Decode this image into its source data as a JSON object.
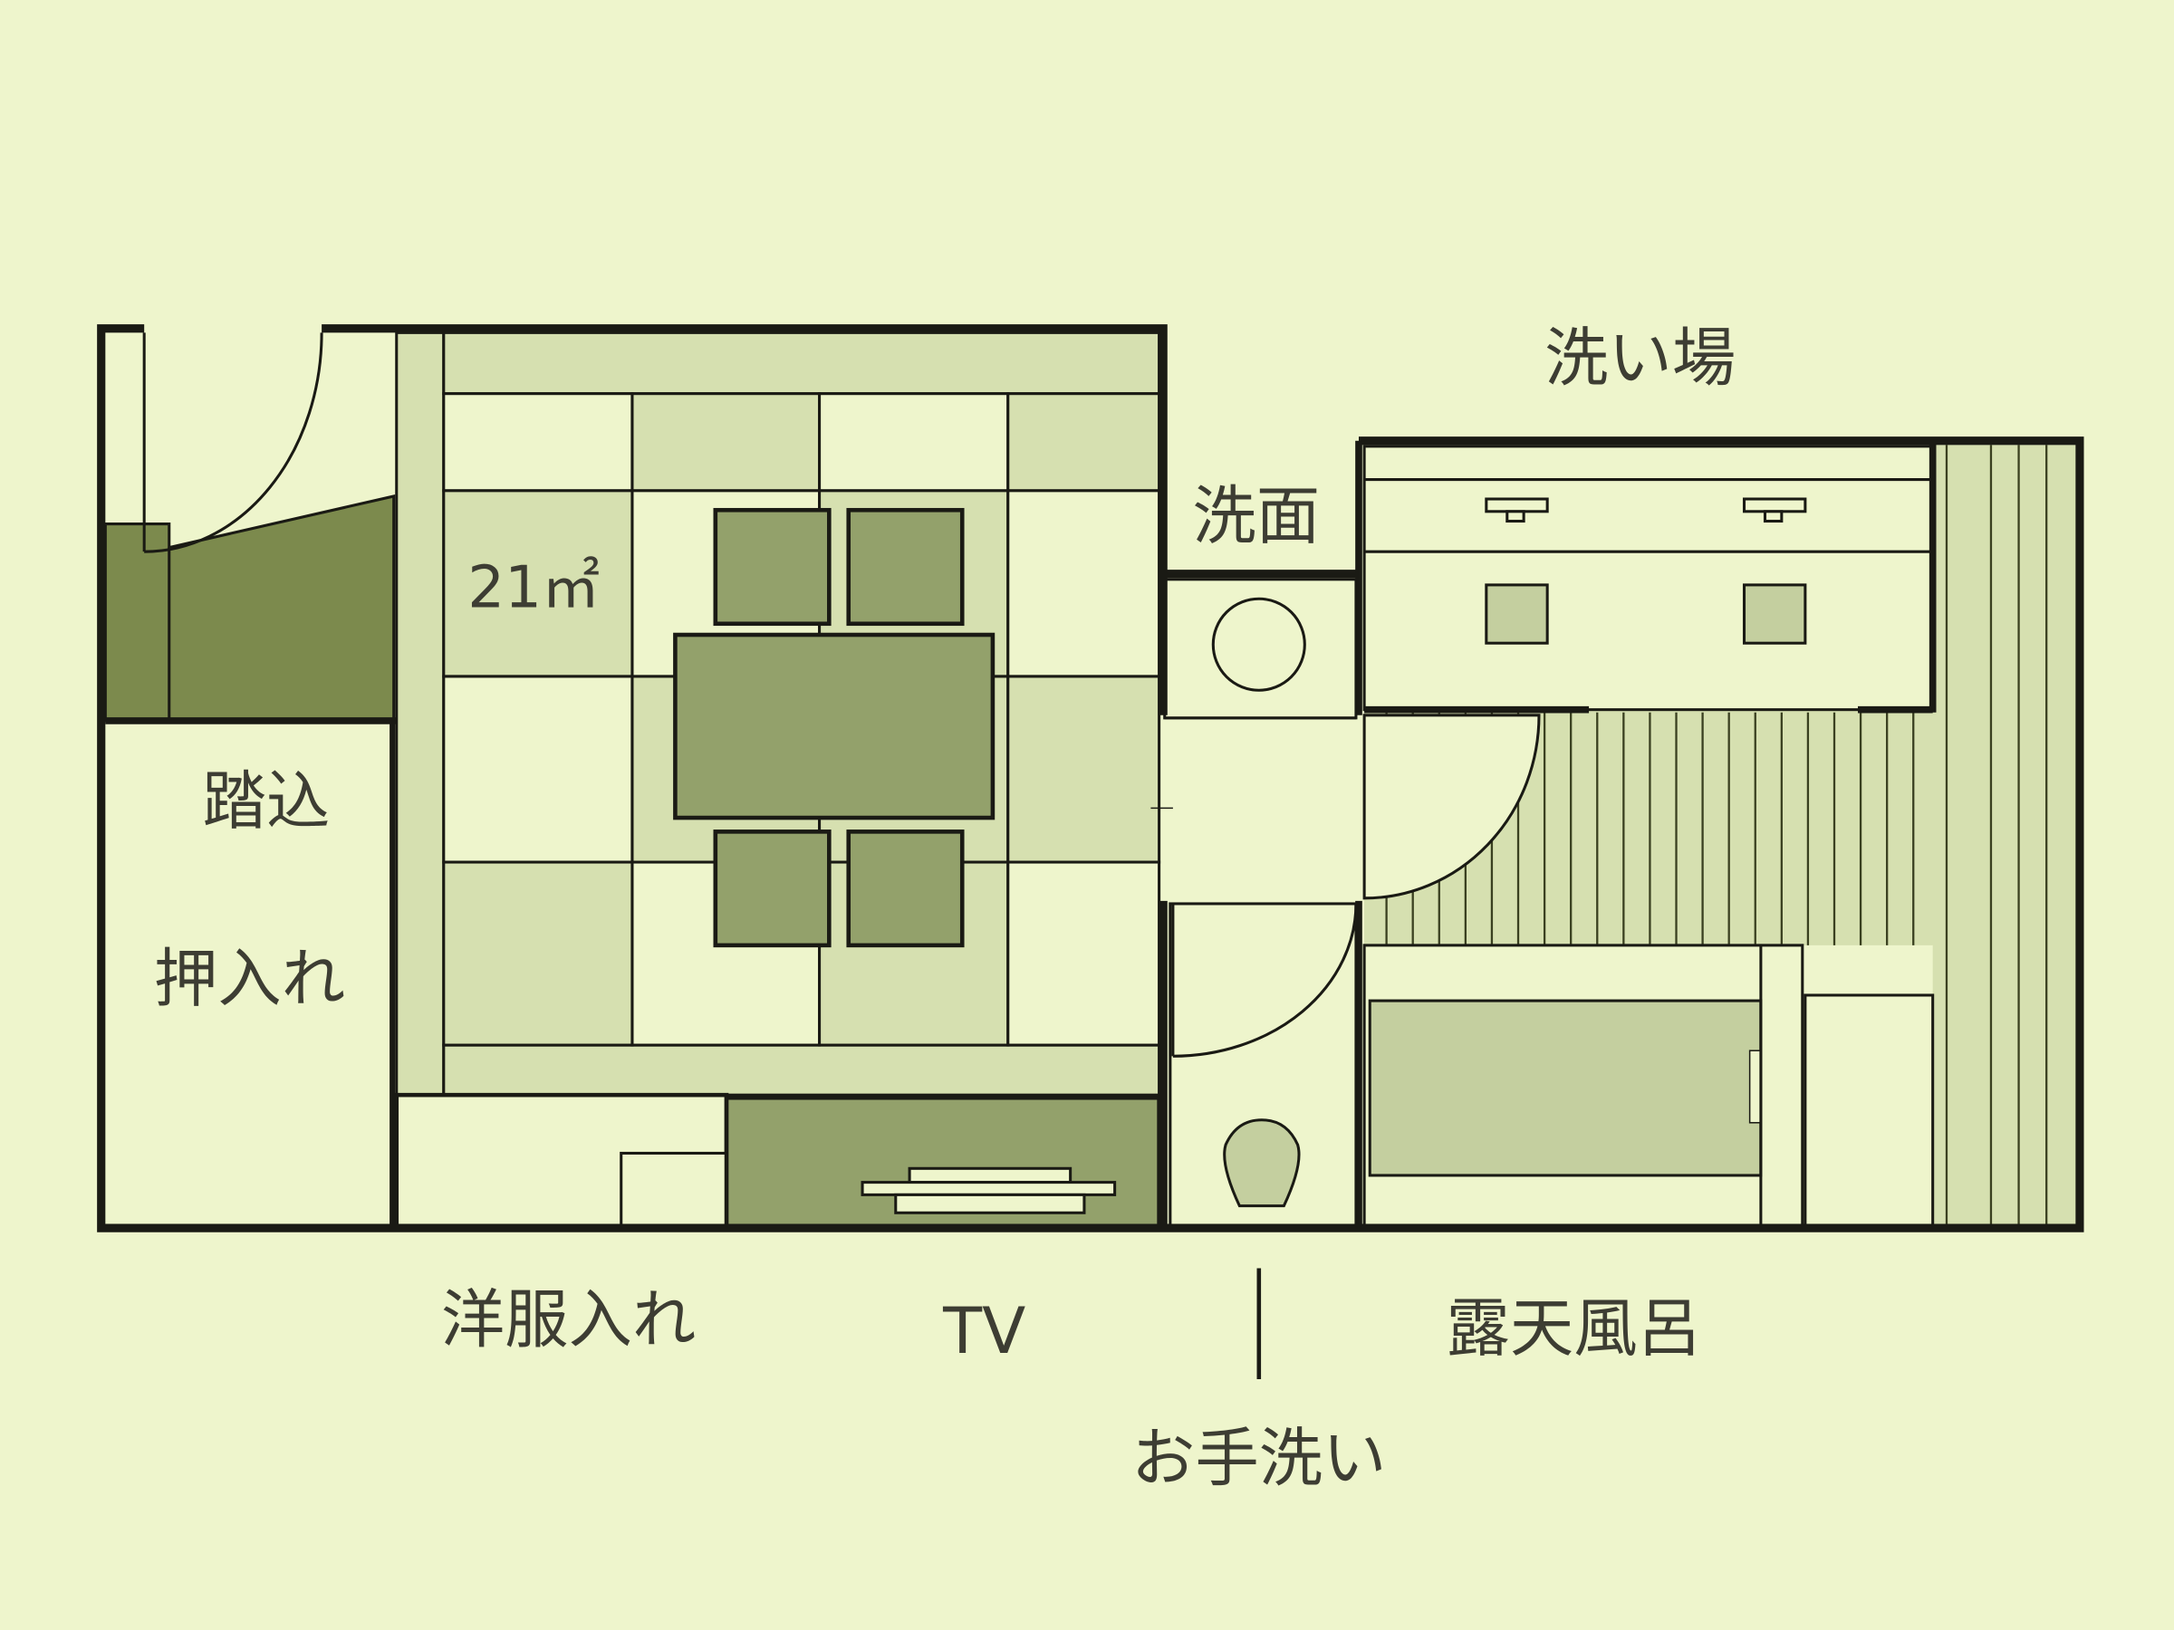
{
  "labels": {
    "washing_area": "洗い場",
    "washroom": "洗面",
    "area": "21㎡",
    "entrance": "踏込",
    "closet": "押入れ",
    "wardrobe": "洋服入れ",
    "tv": "TV",
    "open_air_bath": "露天風呂",
    "toilet": "お手洗い"
  },
  "colors": {
    "background": "#eef5cc",
    "tatami_light": "#d6e0b0",
    "furniture": "#93a16b",
    "closet_dark": "#7c8a4d",
    "bathtub": "#c4cf9f",
    "wall": "#1a1a14"
  }
}
